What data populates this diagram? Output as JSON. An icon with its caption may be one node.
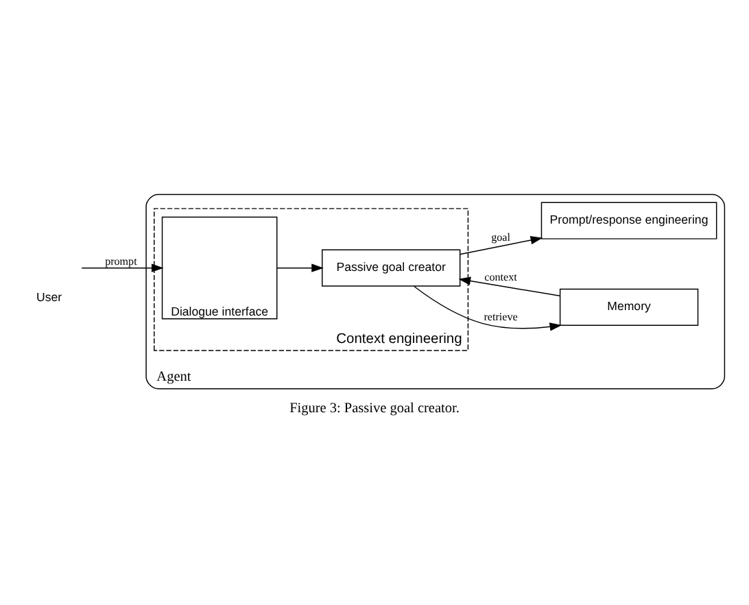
{
  "diagram": {
    "caption": "Figure 3: Passive goal creator.",
    "nodes": [
      {
        "text": [
          "Agent"
        ]
      },
      {
        "text": [
          "Context engineering"
        ],
        "in": 0
      },
      {
        "text": [
          "Dialogue interface"
        ],
        "in": 1
      },
      {
        "text": [
          "Passive goal creator"
        ],
        "in": 1
      },
      {
        "text": [
          "Memory"
        ],
        "in": 0
      },
      {
        "text": [
          "Prompt/response engineering"
        ],
        "in": 0
      },
      {
        "text": [
          "User"
        ]
      }
    ],
    "edges": [
      {
        "from": 6,
        "to": 2,
        "label": "prompt",
        "arrow": "to"
      },
      {
        "from": 2,
        "to": 3,
        "arrow": "to"
      },
      {
        "from": 3,
        "to": 4,
        "label": "retrieve",
        "arrow": "to"
      },
      {
        "from": 4,
        "to": 3,
        "label": "context",
        "arrow": "to"
      },
      {
        "from": 3,
        "to": 5,
        "label": "goal",
        "arrow": "to"
      }
    ]
  }
}
